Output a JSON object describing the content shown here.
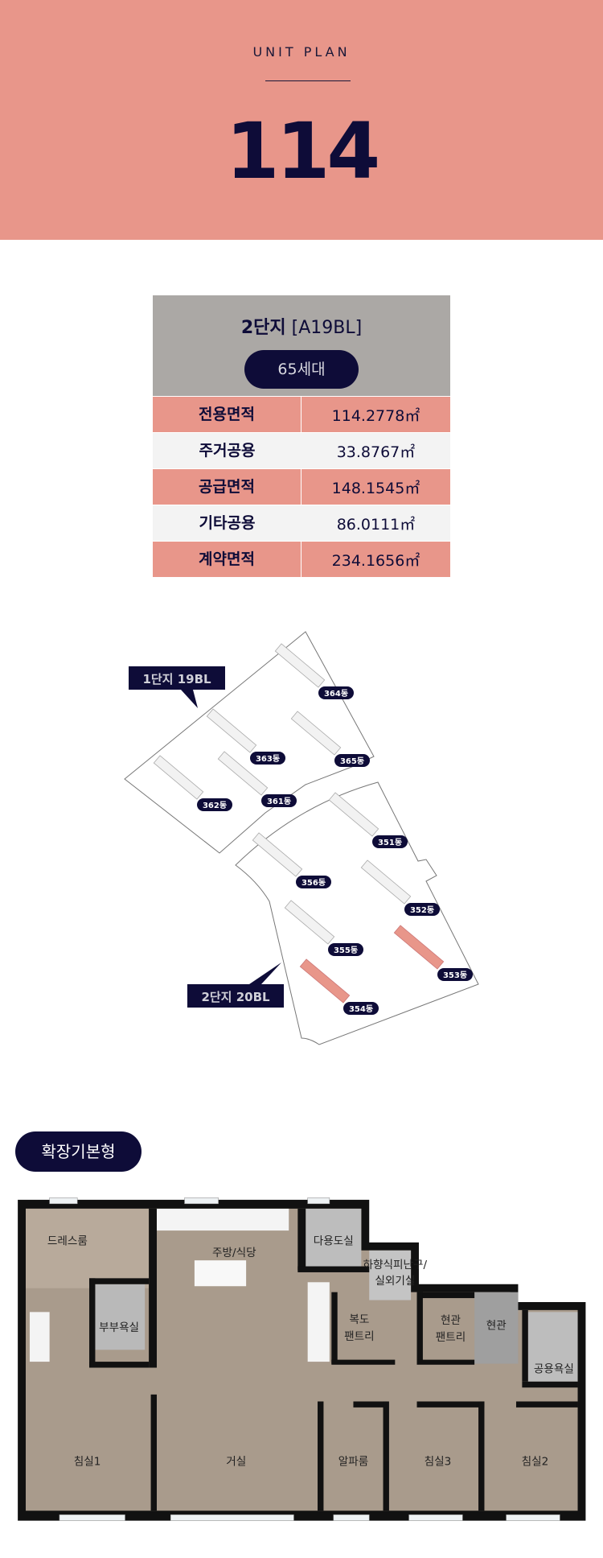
{
  "header": {
    "subtitle": "UNIT PLAN",
    "unit": "114"
  },
  "table": {
    "complex": "2단지",
    "block": "[A19BL]",
    "households": "65세대",
    "rows": [
      {
        "label": "전용면적",
        "value": "114.2778㎡"
      },
      {
        "label": "주거공용",
        "value": "33.8767㎡"
      },
      {
        "label": "공급면적",
        "value": "148.1545㎡"
      },
      {
        "label": "기타공용",
        "value": "86.0111㎡"
      },
      {
        "label": "계약면적",
        "value": "234.1656㎡"
      }
    ]
  },
  "site_map": {
    "complex1": "1단지 19BL",
    "complex2": "2단지 20BL",
    "buildings": [
      "364동",
      "363동",
      "365동",
      "362동",
      "361동",
      "351동",
      "356동",
      "352동",
      "355동",
      "353동",
      "354동"
    ],
    "highlight_color": "#e8968a"
  },
  "plan": {
    "type_label": "확장기본형",
    "rooms": [
      "드레스룸",
      "주방/식당",
      "다용도실",
      "하향식피난구/",
      "실외기실",
      "부부욕실",
      "복도",
      "팬트리",
      "현관",
      "팬트리",
      "현관",
      "공용욕실",
      "침실1",
      "거실",
      "알파룸",
      "침실3",
      "침실2"
    ]
  }
}
